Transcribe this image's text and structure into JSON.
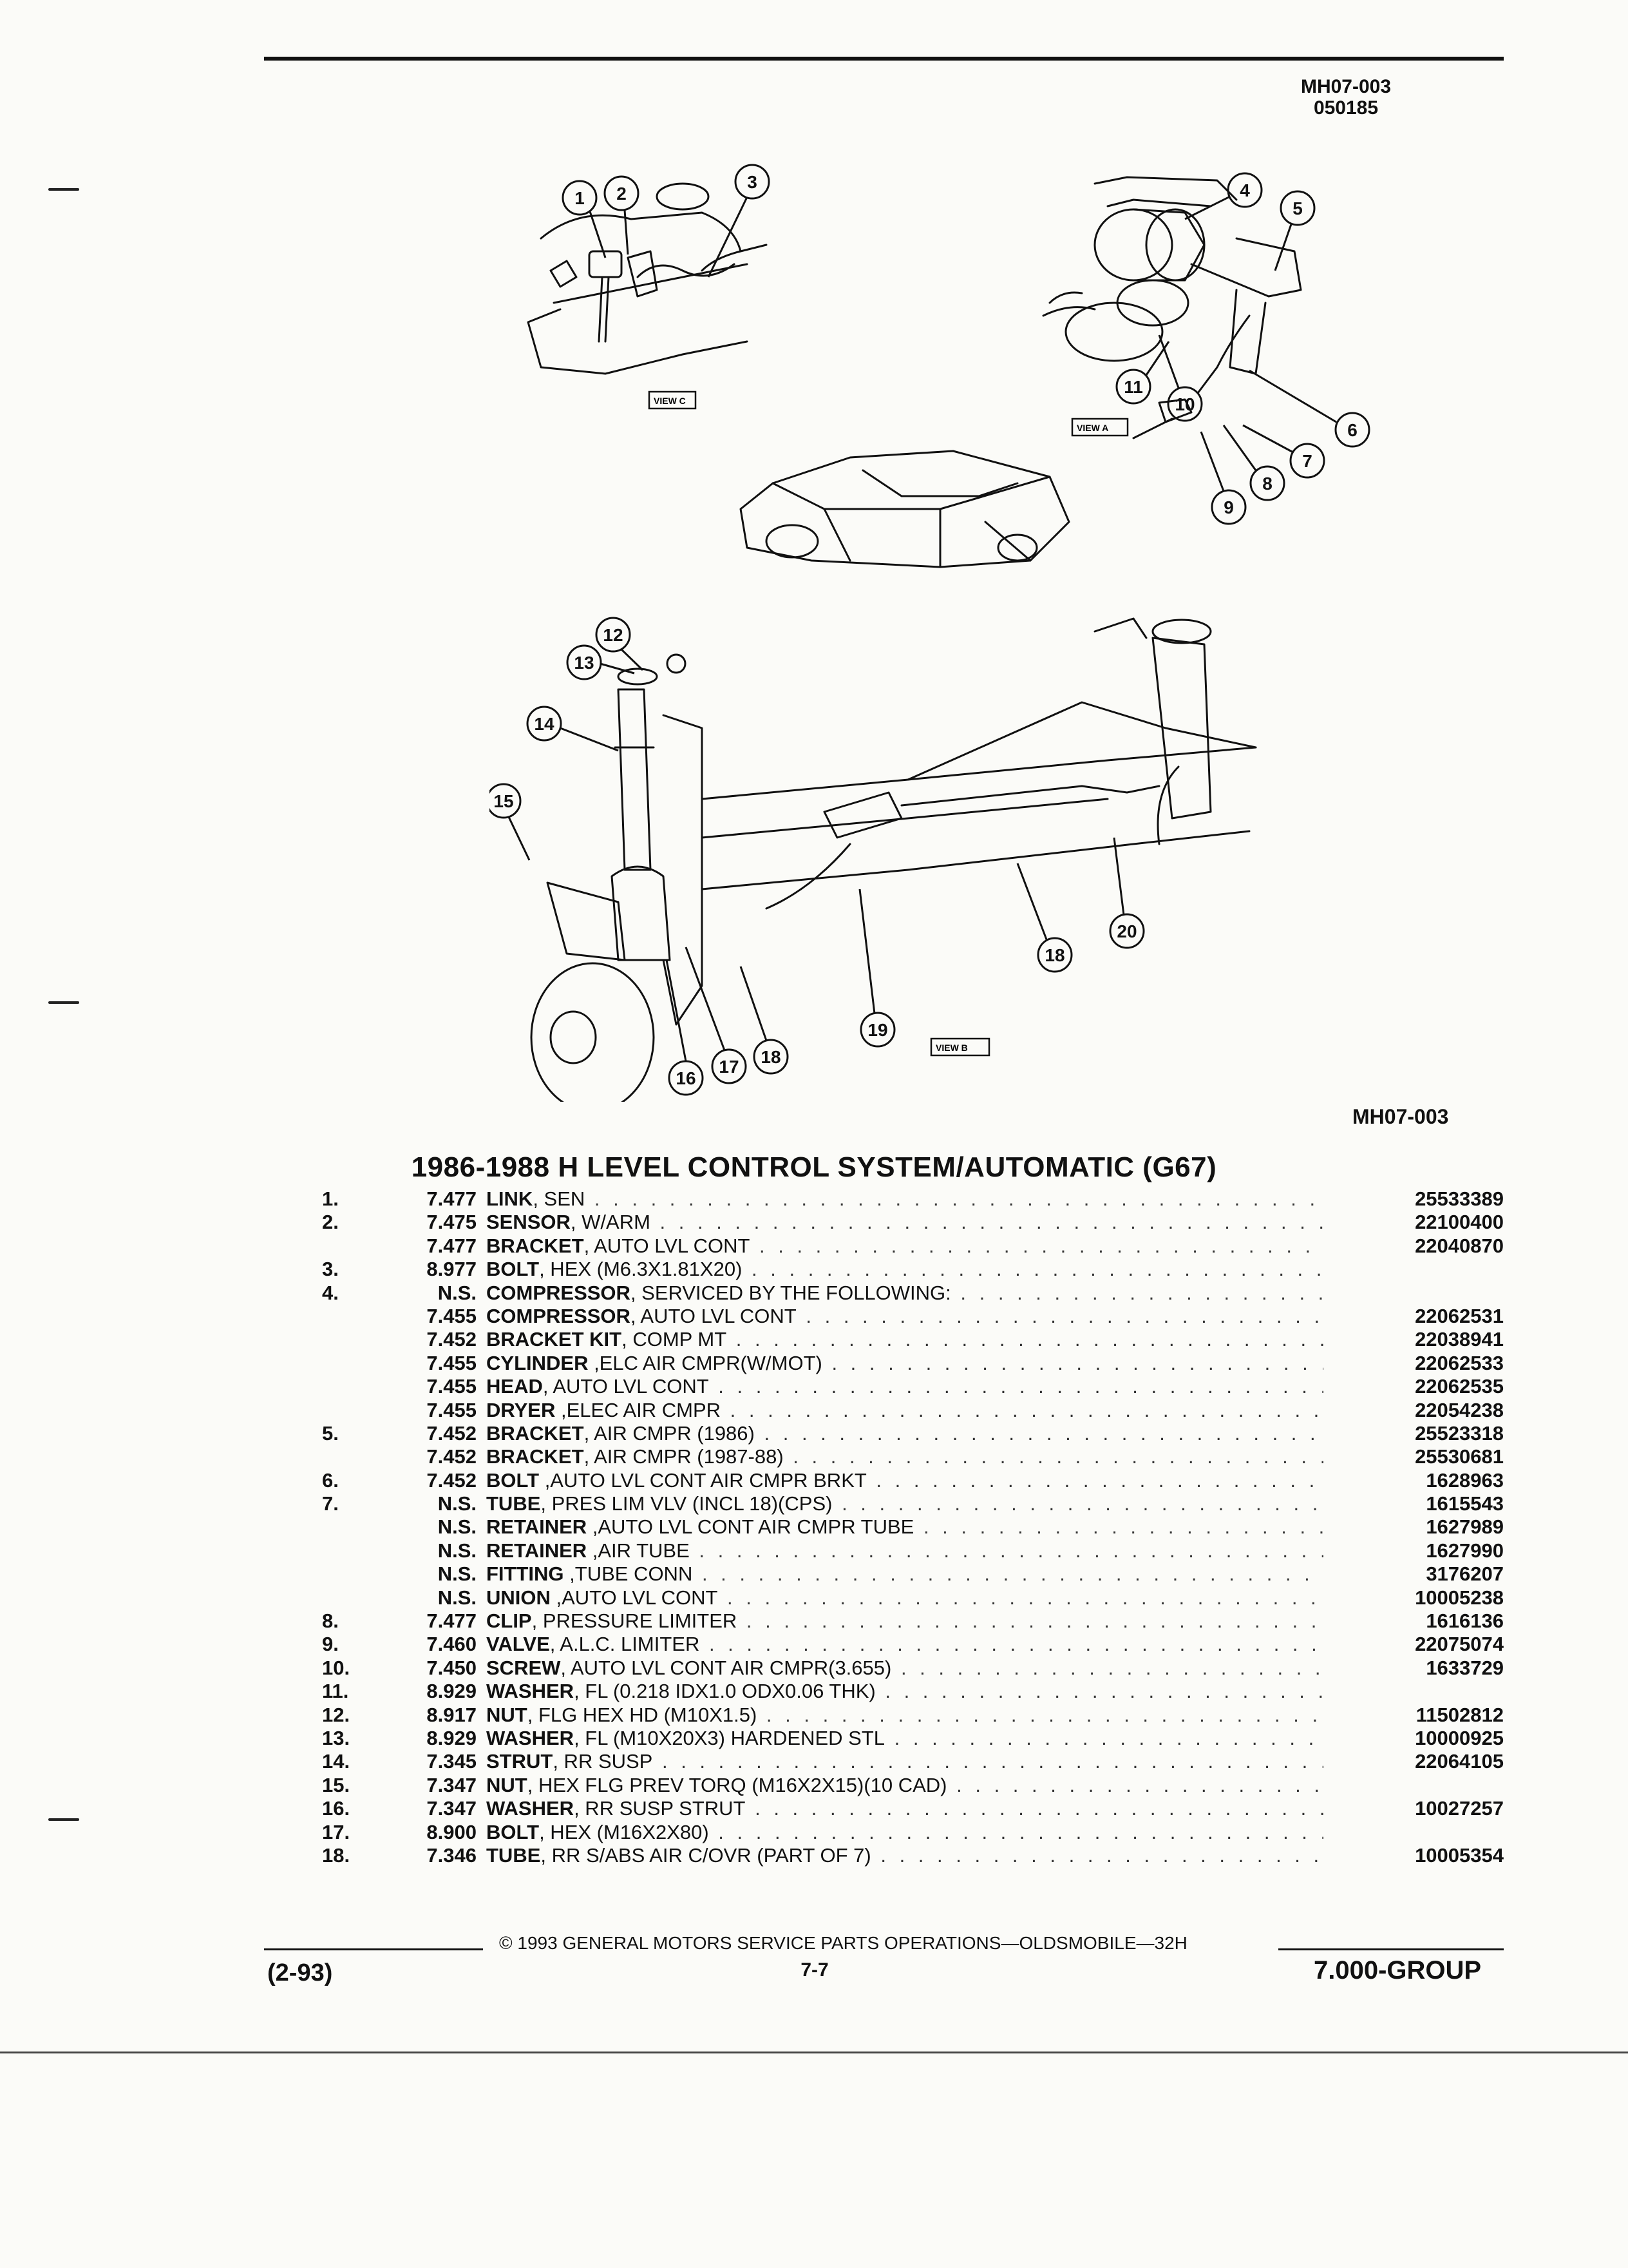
{
  "header": {
    "doc_id": "MH07-003",
    "doc_date": "050185"
  },
  "figure": {
    "views": [
      "VIEW C",
      "VIEW A",
      "VIEW B"
    ],
    "callouts": [
      "1",
      "2",
      "3",
      "4",
      "5",
      "6",
      "7",
      "8",
      "9",
      "10",
      "11",
      "12",
      "13",
      "14",
      "15",
      "16",
      "17",
      "18",
      "19",
      "20"
    ],
    "caption": "MH07-003"
  },
  "title": "1986-1988 H LEVEL CONTROL SYSTEM/AUTOMATIC (G67)",
  "parts": [
    {
      "num": "1.",
      "grp": "7.477",
      "name": "LINK",
      "desc": ", SEN",
      "pn": "25533389"
    },
    {
      "num": "2.",
      "grp": "7.475",
      "name": "SENSOR",
      "desc": ", W/ARM",
      "pn": "22100400"
    },
    {
      "num": "",
      "grp": "7.477",
      "name": "BRACKET",
      "desc": ", AUTO LVL CONT",
      "pn": "22040870"
    },
    {
      "num": "3.",
      "grp": "8.977",
      "name": "BOLT",
      "desc": ", HEX (M6.3X1.81X20)",
      "pn": ""
    },
    {
      "num": "4.",
      "grp": "N.S.",
      "name": "COMPRESSOR",
      "desc": ", SERVICED BY THE FOLLOWING:",
      "pn": ""
    },
    {
      "num": "",
      "grp": "7.455",
      "name": "COMPRESSOR",
      "desc": ", AUTO LVL CONT",
      "pn": "22062531"
    },
    {
      "num": "",
      "grp": "7.452",
      "name": "BRACKET KIT",
      "desc": ", COMP MT",
      "pn": "22038941"
    },
    {
      "num": "",
      "grp": "7.455",
      "name": "CYLINDER",
      "desc": " ,ELC AIR CMPR(W/MOT)",
      "pn": "22062533"
    },
    {
      "num": "",
      "grp": "7.455",
      "name": "HEAD",
      "desc": ", AUTO LVL CONT",
      "pn": "22062535"
    },
    {
      "num": "",
      "grp": "7.455",
      "name": "DRYER",
      "desc": " ,ELEC AIR CMPR",
      "pn": "22054238"
    },
    {
      "num": "5.",
      "grp": "7.452",
      "name": "BRACKET",
      "desc": ", AIR CMPR (1986)",
      "pn": "25523318"
    },
    {
      "num": "",
      "grp": "7.452",
      "name": "BRACKET",
      "desc": ", AIR CMPR (1987-88)",
      "pn": "25530681"
    },
    {
      "num": "6.",
      "grp": "7.452",
      "name": "BOLT",
      "desc": " ,AUTO LVL CONT AIR CMPR BRKT",
      "pn": "1628963"
    },
    {
      "num": "7.",
      "grp": "N.S.",
      "name": "TUBE",
      "desc": ", PRES LIM VLV (INCL 18)(CPS)",
      "pn": "1615543"
    },
    {
      "num": "",
      "grp": "N.S.",
      "name": "RETAINER",
      "desc": " ,AUTO LVL CONT AIR CMPR TUBE",
      "pn": "1627989"
    },
    {
      "num": "",
      "grp": "N.S.",
      "name": "RETAINER",
      "desc": " ,AIR TUBE",
      "pn": "1627990"
    },
    {
      "num": "",
      "grp": "N.S.",
      "name": "FITTING",
      "desc": " ,TUBE CONN",
      "pn": "3176207"
    },
    {
      "num": "",
      "grp": "N.S.",
      "name": "UNION",
      "desc": " ,AUTO LVL CONT",
      "pn": "10005238"
    },
    {
      "num": "8.",
      "grp": "7.477",
      "name": "CLIP",
      "desc": ", PRESSURE LIMITER",
      "pn": "1616136"
    },
    {
      "num": "9.",
      "grp": "7.460",
      "name": "VALVE",
      "desc": ", A.L.C. LIMITER",
      "pn": "22075074"
    },
    {
      "num": "10.",
      "grp": "7.450",
      "name": "SCREW",
      "desc": ", AUTO LVL CONT AIR CMPR(3.655)",
      "pn": "1633729"
    },
    {
      "num": "11.",
      "grp": "8.929",
      "name": "WASHER",
      "desc": ", FL (0.218 IDX1.0 ODX0.06 THK)",
      "pn": ""
    },
    {
      "num": "12.",
      "grp": "8.917",
      "name": "NUT",
      "desc": ", FLG HEX HD (M10X1.5)",
      "pn": "11502812"
    },
    {
      "num": "13.",
      "grp": "8.929",
      "name": "WASHER",
      "desc": ", FL (M10X20X3) HARDENED STL",
      "pn": "10000925"
    },
    {
      "num": "14.",
      "grp": "7.345",
      "name": "STRUT",
      "desc": ", RR SUSP",
      "pn": "22064105"
    },
    {
      "num": "15.",
      "grp": "7.347",
      "name": "NUT",
      "desc": ", HEX FLG PREV TORQ (M16X2X15)(10 CAD)",
      "pn": ""
    },
    {
      "num": "16.",
      "grp": "7.347",
      "name": "WASHER",
      "desc": ", RR SUSP STRUT",
      "pn": "10027257"
    },
    {
      "num": "17.",
      "grp": "8.900",
      "name": "BOLT",
      "desc": ", HEX (M16X2X80)",
      "pn": ""
    },
    {
      "num": "18.",
      "grp": "7.346",
      "name": "TUBE",
      "desc": ", RR S/ABS AIR C/OVR (PART OF 7)",
      "pn": "10005354"
    }
  ],
  "footer": {
    "copyright": "© 1993 GENERAL MOTORS SERVICE PARTS OPERATIONS—OLDSMOBILE—32H",
    "date_code": "(2-93)",
    "page": "7-7",
    "group": "7.000-GROUP"
  }
}
